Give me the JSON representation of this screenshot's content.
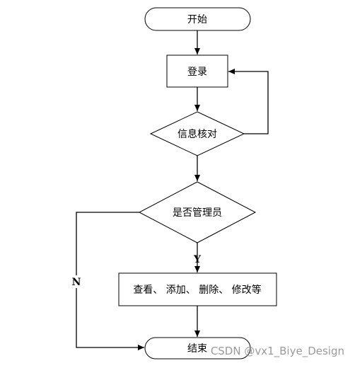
{
  "nodes": {
    "start": "开始",
    "login": "登录",
    "verify": "信息核对",
    "is_admin": "是否管理员",
    "actions": "查看、 添加、 删除、 修改等",
    "end": "结束"
  },
  "edge_labels": {
    "yes": "Y",
    "no": "N"
  },
  "watermark": "CSDN @vx1_Biye_Design",
  "colors": {
    "stroke": "#000000",
    "fill": "#ffffff",
    "watermark": "#9a9a9a"
  }
}
